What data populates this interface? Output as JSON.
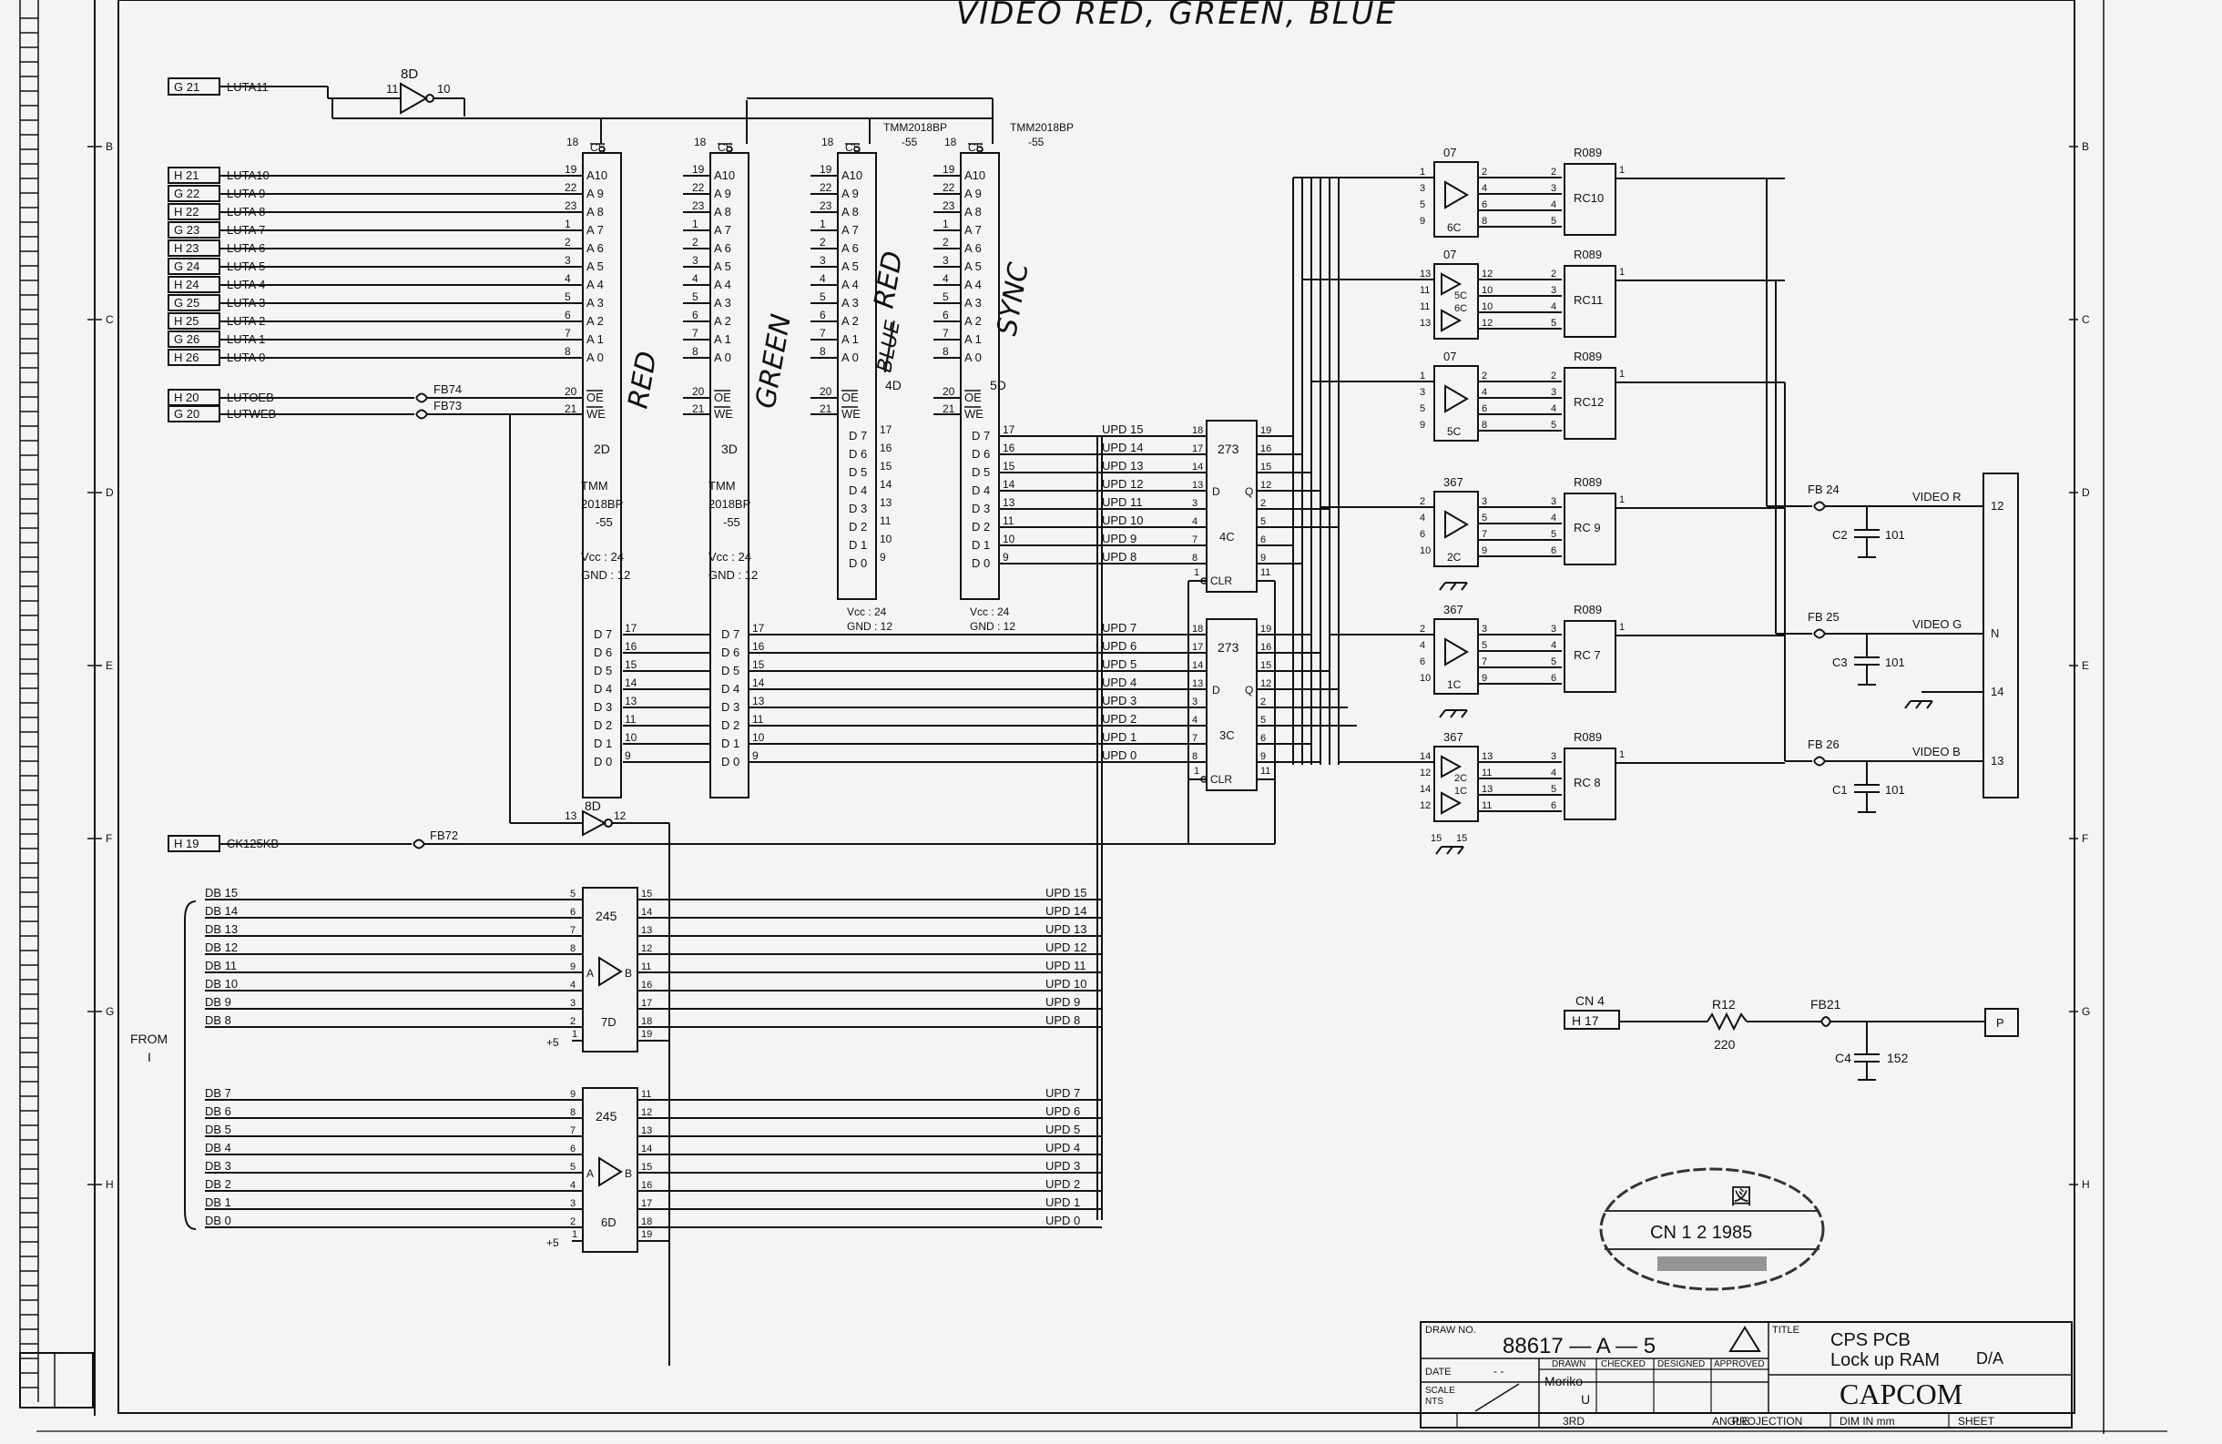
{
  "header": {
    "handwritten_title": "VIDEO RED, GREEN, BLUE"
  },
  "chips": {
    "inv_top": {
      "ref": "8D",
      "pin_in": "11",
      "pin_out": "10"
    },
    "inv_clk": {
      "ref": "8D",
      "pin_in": "13",
      "pin_out": "12"
    },
    "ram_red": {
      "ref": "2D",
      "part": "TMM",
      "part2": "2018BP",
      "part3": "-55",
      "power": "Vcc : 24",
      "ground": "GND : 12",
      "cs": "CS",
      "cs_pin": "18",
      "note": "RED"
    },
    "ram_green": {
      "ref": "3D",
      "part": "TMM",
      "part2": "2018BP",
      "part3": "-55",
      "power": "Vcc : 24",
      "ground": "GND : 12",
      "cs": "CS",
      "cs_pin": "18",
      "note": "GREEN"
    },
    "ram_blue": {
      "ref": "4D",
      "part_top": "TMM2018BP",
      "part_top2": "-55",
      "power": "Vcc : 24",
      "ground": "GND : 12",
      "cs": "CS",
      "cs_pin": "18",
      "note": "RED",
      "note2": "BLUE"
    },
    "ram_sync": {
      "ref": "5D",
      "part_top": "TMM2018BP",
      "part_top2": "-55",
      "power": "Vcc : 24",
      "ground": "GND : 12",
      "cs": "CS",
      "cs_pin": "18",
      "note": "SYNC"
    },
    "latch_hi": {
      "ref": "4C",
      "part": "273",
      "d": "D",
      "q": "Q",
      "clr": "CLR"
    },
    "latch_lo": {
      "ref": "3C",
      "part": "273",
      "d": "D",
      "q": "Q",
      "clr": "CLR"
    },
    "buf_hi": {
      "ref": "7D",
      "part": "245",
      "a": "A",
      "b": "B",
      "vcc": "+5"
    },
    "buf_lo": {
      "ref": "6D",
      "part": "245",
      "a": "A",
      "b": "B",
      "vcc": "+5"
    },
    "drv_6c": {
      "ref": "6C",
      "part": "07"
    },
    "drv_5c6c": {
      "ref": "5C",
      "ref2": "6C",
      "part": "07"
    },
    "drv_5c": {
      "ref": "5C",
      "part": "07"
    },
    "drv_2c": {
      "ref": "2C",
      "part": "367"
    },
    "drv_1c": {
      "ref": "1C",
      "part": "367"
    },
    "drv_2c1c": {
      "ref": "2C",
      "ref2": "1C",
      "part": "367",
      "pins": "15",
      "pins2": "15"
    }
  },
  "ram_pins": {
    "addr_labels": [
      "A10",
      "A 9",
      "A 8",
      "A 7",
      "A 6",
      "A 5",
      "A 4",
      "A 3",
      "A 2",
      "A 1",
      "A 0"
    ],
    "addr_pins": [
      "19",
      "22",
      "23",
      "1",
      "2",
      "3",
      "4",
      "5",
      "6",
      "7",
      "8"
    ],
    "data_labels": [
      "D 7",
      "D 6",
      "D 5",
      "D 4",
      "D 3",
      "D 2",
      "D 1",
      "D 0"
    ],
    "data_pins": [
      "17",
      "16",
      "15",
      "14",
      "13",
      "11",
      "10",
      "9"
    ],
    "oe": "OE",
    "we": "WE",
    "oe_pin": "20",
    "we_pin": "21"
  },
  "lut_inputs": [
    {
      "conn": "G 21",
      "net": "LUTA11"
    },
    {
      "conn": "H 21",
      "net": "LUTA10"
    },
    {
      "conn": "G 22",
      "net": "LUTA 9"
    },
    {
      "conn": "H 22",
      "net": "LUTA 8"
    },
    {
      "conn": "G 23",
      "net": "LUTA 7"
    },
    {
      "conn": "H 23",
      "net": "LUTA 6"
    },
    {
      "conn": "G 24",
      "net": "LUTA 5"
    },
    {
      "conn": "H 24",
      "net": "LUTA 4"
    },
    {
      "conn": "G 25",
      "net": "LUTA 3"
    },
    {
      "conn": "H 25",
      "net": "LUTA 2"
    },
    {
      "conn": "G 26",
      "net": "LUTA 1"
    },
    {
      "conn": "H 26",
      "net": "LUTA 0"
    }
  ],
  "control_inputs": [
    {
      "conn": "H 20",
      "net": "LUTOEB",
      "fb": "FB74"
    },
    {
      "conn": "G 20",
      "net": "LUTWEB",
      "fb": "FB73"
    },
    {
      "conn": "H 19",
      "net": "CK125KB",
      "fb": "FB72"
    }
  ],
  "upd_hi_labels": [
    "UPD 15",
    "UPD 14",
    "UPD 13",
    "UPD 12",
    "UPD 11",
    "UPD 10",
    "UPD 9",
    "UPD 8"
  ],
  "upd_lo_labels": [
    "UPD 7",
    "UPD 6",
    "UPD 5",
    "UPD 4",
    "UPD 3",
    "UPD 2",
    "UPD 1",
    "UPD 0"
  ],
  "latch_in_pins": [
    "18",
    "17",
    "14",
    "13",
    "3",
    "4",
    "7",
    "8"
  ],
  "latch_out_pins": [
    "19",
    "16",
    "15",
    "12",
    "2",
    "5",
    "6",
    "9"
  ],
  "latch_clr_pin": "1",
  "latch_clk_pin": "11",
  "db_hi_labels": [
    "DB 15",
    "DB 14",
    "DB 13",
    "DB 12",
    "DB 11",
    "DB 10",
    "DB 9",
    "DB 8"
  ],
  "db_lo_labels": [
    "DB 7",
    "DB 6",
    "DB 5",
    "DB 4",
    "DB 3",
    "DB 2",
    "DB 1",
    "DB 0"
  ],
  "buf_a_pins": [
    "5",
    "6",
    "7",
    "8",
    "9",
    "4",
    "3",
    "2"
  ],
  "buf_b_pins": [
    "15",
    "14",
    "13",
    "12",
    "11",
    "16",
    "17",
    "18"
  ],
  "buf_b_pins_lo": [
    "11",
    "12",
    "13",
    "14",
    "15",
    "16",
    "17",
    "18"
  ],
  "buf_a_pins_lo": [
    "9",
    "8",
    "7",
    "6",
    "5",
    "4",
    "3",
    "2"
  ],
  "buf_extra_pins": [
    "1",
    "19"
  ],
  "from_label": "FROM",
  "from_label2": "I",
  "resistor_networks": [
    {
      "part": "R089",
      "ref": "RC10"
    },
    {
      "part": "R089",
      "ref": "RC11"
    },
    {
      "part": "R089",
      "ref": "RC12"
    },
    {
      "part": "R089",
      "ref": "RC 9"
    },
    {
      "part": "R089",
      "ref": "RC 7"
    },
    {
      "part": "R089",
      "ref": "RC 8"
    }
  ],
  "rn_in_pins": [
    "2",
    "3",
    "4",
    "5"
  ],
  "rn_in_pins_b": [
    "3",
    "4",
    "5",
    "6"
  ],
  "rn_out_pin": "1",
  "drv_pins": {
    "a_in": [
      "1",
      "3",
      "5",
      "9"
    ],
    "a_out": [
      "2",
      "4",
      "6",
      "8"
    ],
    "b_in": [
      "13",
      "11",
      "11",
      "13"
    ],
    "b_out": [
      "12",
      "10",
      "10",
      "12"
    ],
    "c_in": [
      "2",
      "4",
      "6",
      "10"
    ],
    "c_out": [
      "3",
      "5",
      "7",
      "9"
    ],
    "d_in": [
      "14",
      "12",
      "14",
      "12"
    ],
    "d_out": [
      "13",
      "11",
      "13",
      "11"
    ],
    "en": "1"
  },
  "video_outputs": [
    {
      "fb": "FB 24",
      "cap": "C2",
      "value": "101",
      "net": "VIDEO  R",
      "pin": "12"
    },
    {
      "fb": "FB 25",
      "cap": "C3",
      "value": "101",
      "net": "VIDEO  G",
      "pin": "N"
    },
    {
      "fb": "FB 26",
      "cap": "C1",
      "value": "101",
      "net": "VIDEO  B",
      "pin": "13"
    }
  ],
  "ground_pin": "14",
  "cn4": {
    "label": "CN 4",
    "conn": "H 17",
    "resistor": "R12",
    "res_value": "220",
    "fb": "FB21",
    "cap": "C4",
    "cap_value": "152",
    "out": "P"
  },
  "stamp": {
    "line1": "図",
    "line2": "CN 1 2 1985"
  },
  "title_block": {
    "draw_no_label": "DRAW NO.",
    "draw_no": "88617 — A — 5",
    "title_label": "TITLE",
    "title1": "CPS PCB",
    "title2": "Lock up RAM",
    "title3": "D/A",
    "company": "CAPCOM",
    "date_label": "DATE",
    "date_value": "- -",
    "scale_label": "SCALE",
    "scale_label2": "NTS",
    "drawn": "DRAWN",
    "checked": "CHECKED",
    "designed": "DESIGNED",
    "approved": "APPROVED",
    "drawn_by": "Moriko",
    "drawn_by2": "U",
    "angle": "3RD",
    "angle_label": "ANGLE",
    "projection": "PROJECTION",
    "dim": "DIM  IN  mm",
    "sheet": "SHEET"
  },
  "grid_letters": [
    "B",
    "C",
    "D",
    "E",
    "F",
    "G",
    "H"
  ]
}
